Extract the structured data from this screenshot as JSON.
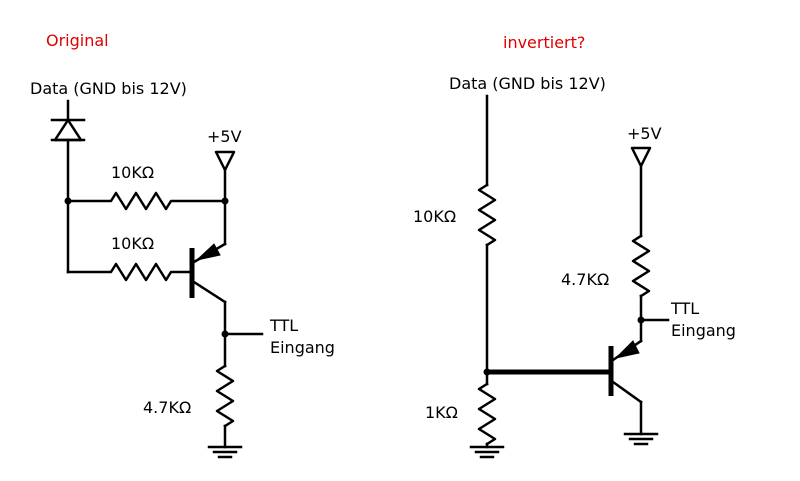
{
  "left": {
    "title": "Original",
    "data_label": "Data (GND bis 12V)",
    "supply_label": "+5V",
    "r_top_label": "10KΩ",
    "r_base_label": "10KΩ",
    "ttl_label_1": "TTL",
    "ttl_label_2": "Eingang",
    "r_bottom_label": "4.7KΩ"
  },
  "right": {
    "title": "invertiert?",
    "data_label": "Data (GND bis 12V)",
    "supply_label": "+5V",
    "r_input_label": "10KΩ",
    "r_collector_label": "4.7KΩ",
    "ttl_label_1": "TTL",
    "ttl_label_2": "Eingang",
    "r_ground_label": "1KΩ"
  },
  "colors": {
    "title": "#e00000",
    "wire": "#000000",
    "background": "#ffffff"
  }
}
